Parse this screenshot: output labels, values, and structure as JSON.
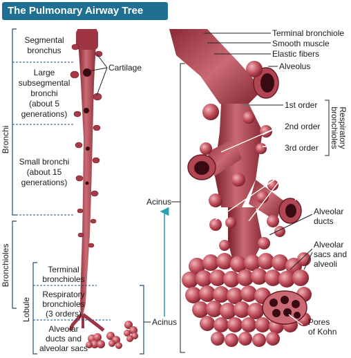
{
  "title": "The Pulmonary Airway Tree",
  "colors": {
    "accent": "#1f6f93",
    "tissue": "#b5404c",
    "tissue_dark": "#7a1f2b",
    "arrow": "#2aa0b5"
  },
  "left_labels": {
    "segmental": [
      "Segmental",
      "bronchus"
    ],
    "large_subseg": [
      "Large",
      "subsegmental",
      "bronchi",
      "(about 5",
      "generations)"
    ],
    "small_bronchi": [
      "Small bronchi",
      "(about 15",
      "generations)"
    ],
    "terminal": [
      "Terminal",
      "bronchioles"
    ],
    "respiratory": [
      "Respiratory",
      "bronchioles",
      "(3 orders)"
    ],
    "alveolar": [
      "Alveolar",
      "ducts and",
      "alveolar sacs"
    ],
    "cartilage": "Cartilage",
    "acinus": "Acinus"
  },
  "side_labels": {
    "bronchi": "Bronchi",
    "bronchioles": "Bronchioles",
    "lobule": "Lobule"
  },
  "right_labels": {
    "terminal_bronchiole": "Terminal bronchiole",
    "smooth_muscle": "Smooth muscle",
    "elastic_fibers": "Elastic fibers",
    "alveolus": "Alveolus",
    "first_order": "1st order",
    "second_order": "2nd order",
    "third_order": "3rd order",
    "respiratory_bronchioles": [
      "Respiratory",
      "bronchioles"
    ],
    "acinus": "Acinus",
    "alveolar_ducts": [
      "Alveolar",
      "ducts"
    ],
    "alveolar_sacs": [
      "Alveolar",
      "sacs and",
      "alveoli"
    ],
    "pores": [
      "Pores",
      "of Kohn"
    ]
  }
}
